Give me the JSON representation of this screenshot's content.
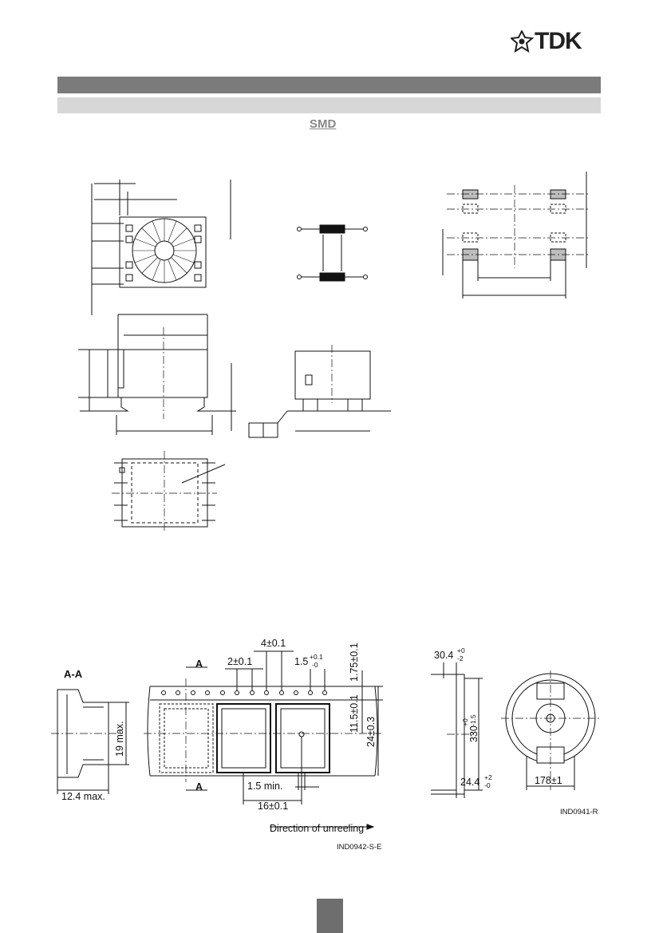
{
  "brand": {
    "name": "TDK",
    "logo_icon": "tdk-star-logo-icon"
  },
  "section_label": "SMD",
  "tape_drawing": {
    "section_label": "A-A",
    "marker": "A",
    "dims": {
      "pitch": "4±0.1",
      "half_pitch": "2±0.1",
      "hole_base": "1.5",
      "hole_sup": "+0.1",
      "hole_sub": "-0",
      "edge": "1.75±0.1",
      "center": "11.5±0.1",
      "width": "24±0.3",
      "height": "19 max.",
      "depth": "12.4 max.",
      "min_hole": "1.5 min.",
      "cavity_pitch": "16±0.1"
    },
    "direction": "Direction of unreeling",
    "code": "IND0942-S-E"
  },
  "reel_drawing": {
    "dims": {
      "flange_base": "30.4",
      "flange_sup": "+0",
      "flange_sub": "-2",
      "dia_base": "330",
      "dia_sup": "+0",
      "dia_sub": "-1.5",
      "hub_base": "24.4",
      "hub_sup": "+2",
      "hub_sub": "-0",
      "hub_dia": "178±1"
    },
    "code": "IND0941-R"
  }
}
